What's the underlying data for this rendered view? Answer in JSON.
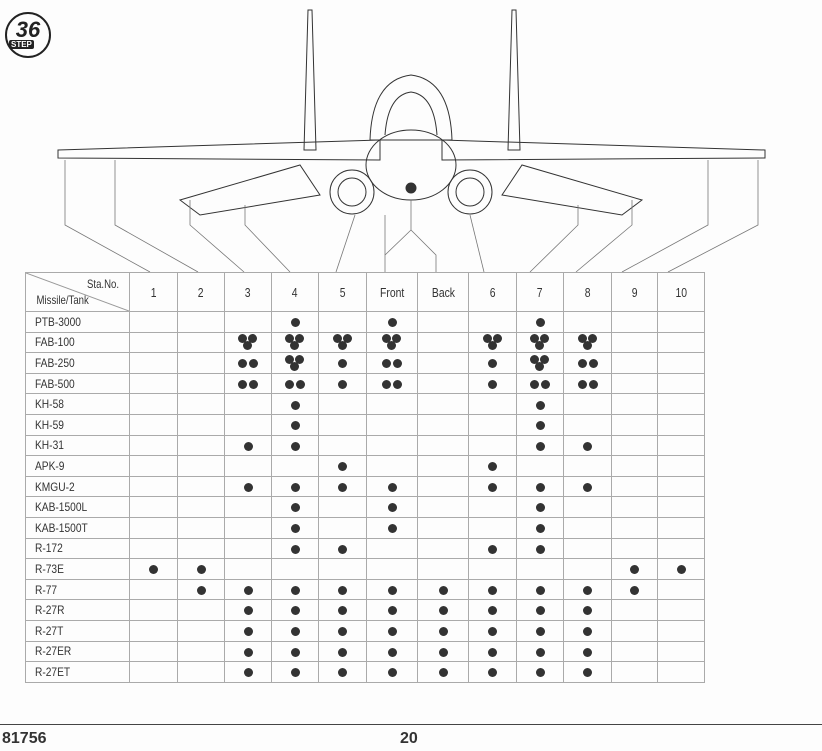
{
  "step": {
    "number": "36",
    "label": "STEP"
  },
  "table": {
    "corner_top": "Sta.No.",
    "corner_bottom": "Missile/Tank",
    "stations": [
      "1",
      "2",
      "3",
      "4",
      "5",
      "Front",
      "Back",
      "6",
      "7",
      "8",
      "9",
      "10"
    ],
    "rows": [
      {
        "name": "PTB-3000",
        "loads": [
          0,
          0,
          0,
          1,
          0,
          1,
          0,
          0,
          1,
          0,
          0,
          0
        ]
      },
      {
        "name": "FAB-100",
        "loads": [
          0,
          0,
          3,
          3,
          3,
          3,
          0,
          3,
          3,
          3,
          0,
          0
        ]
      },
      {
        "name": "FAB-250",
        "loads": [
          0,
          0,
          2,
          3,
          1,
          2,
          0,
          1,
          3,
          2,
          0,
          0
        ]
      },
      {
        "name": "FAB-500",
        "loads": [
          0,
          0,
          2,
          2,
          1,
          2,
          0,
          1,
          2,
          2,
          0,
          0
        ]
      },
      {
        "name": "KH-58",
        "loads": [
          0,
          0,
          0,
          1,
          0,
          0,
          0,
          0,
          1,
          0,
          0,
          0
        ]
      },
      {
        "name": "KH-59",
        "loads": [
          0,
          0,
          0,
          1,
          0,
          0,
          0,
          0,
          1,
          0,
          0,
          0
        ]
      },
      {
        "name": "KH-31",
        "loads": [
          0,
          0,
          1,
          1,
          0,
          0,
          0,
          0,
          1,
          1,
          0,
          0
        ]
      },
      {
        "name": "APK-9",
        "loads": [
          0,
          0,
          0,
          0,
          1,
          0,
          0,
          1,
          0,
          0,
          0,
          0
        ]
      },
      {
        "name": "KMGU-2",
        "loads": [
          0,
          0,
          1,
          1,
          1,
          1,
          0,
          1,
          1,
          1,
          0,
          0
        ]
      },
      {
        "name": "KAB-1500L",
        "loads": [
          0,
          0,
          0,
          1,
          0,
          1,
          0,
          0,
          1,
          0,
          0,
          0
        ]
      },
      {
        "name": "KAB-1500T",
        "loads": [
          0,
          0,
          0,
          1,
          0,
          1,
          0,
          0,
          1,
          0,
          0,
          0
        ]
      },
      {
        "name": "R-172",
        "loads": [
          0,
          0,
          0,
          1,
          1,
          0,
          0,
          1,
          1,
          0,
          0,
          0
        ]
      },
      {
        "name": "R-73E",
        "loads": [
          1,
          1,
          0,
          0,
          0,
          0,
          0,
          0,
          0,
          0,
          1,
          1
        ]
      },
      {
        "name": "R-77",
        "loads": [
          0,
          1,
          1,
          1,
          1,
          1,
          1,
          1,
          1,
          1,
          1,
          0
        ]
      },
      {
        "name": "R-27R",
        "loads": [
          0,
          0,
          1,
          1,
          1,
          1,
          1,
          1,
          1,
          1,
          0,
          0
        ]
      },
      {
        "name": "R-27T",
        "loads": [
          0,
          0,
          1,
          1,
          1,
          1,
          1,
          1,
          1,
          1,
          0,
          0
        ]
      },
      {
        "name": "R-27ER",
        "loads": [
          0,
          0,
          1,
          1,
          1,
          1,
          1,
          1,
          1,
          1,
          0,
          0
        ]
      },
      {
        "name": "R-27ET",
        "loads": [
          0,
          0,
          1,
          1,
          1,
          1,
          1,
          1,
          1,
          1,
          0,
          0
        ]
      }
    ]
  },
  "footer": {
    "code": "81756",
    "page": "20"
  }
}
